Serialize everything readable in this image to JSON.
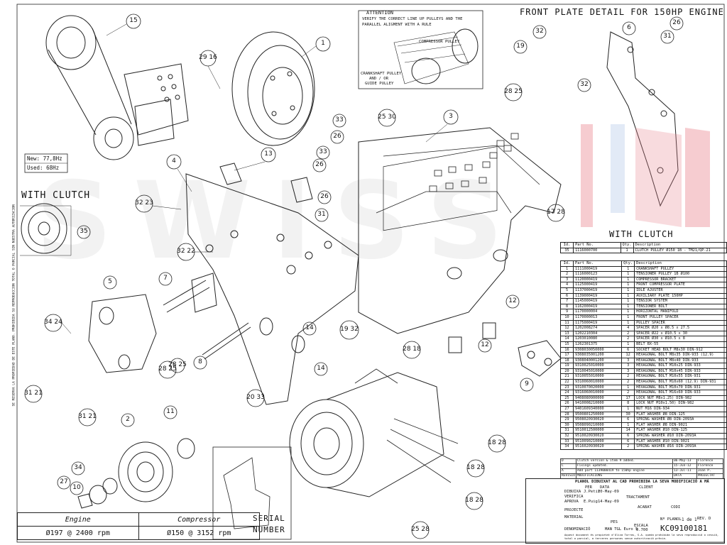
{
  "headings": {
    "front_plate": "FRONT PLATE DETAIL FOR 150HP ENGINE",
    "with_clutch_left": "WITH CLUTCH",
    "with_clutch_table": "WITH CLUTCH",
    "serial": "SERIAL\nNUMBER"
  },
  "attention": {
    "title": "ATTENTION",
    "text_l1": "VERIFY THE CORRECT LINE UP PULLEYS AND THE",
    "text_l2": "PARALLEL ALIGMENT WITH A RULE",
    "compressor": "COMPRESSOR PULLEY",
    "crank_l1": "CRANKSHAFT PULLEY",
    "crank_l2": "AND / OR",
    "crank_l3": "GUIDE PULLEY"
  },
  "freq": {
    "new": "New: 77,8Hz",
    "used": "Used: 68Hz"
  },
  "side_text": "SE RESERVA LA PROPIEDAD DE ESTE PLANO. PROHIBIDA SU REPRODUCCION TOTAL O PARCIAL SIN NUESTRA AUTORIZACION",
  "performance": {
    "h_engine": "Engine",
    "h_compressor": "Compressor",
    "v_engine": "Ø197 @ 2400 rpm",
    "v_compressor": "Ø150 @ 3152 rpm"
  },
  "clutch_table": {
    "headers": [
      "Id.",
      "Part No.",
      "Qty.",
      "Description"
    ],
    "rows": [
      [
        "35",
        "1116000700",
        "1",
        "CLUTCH PULLEY Ø150 1B - TM21/QP-21"
      ]
    ]
  },
  "bom": {
    "headers": [
      "Id.",
      "Part No.",
      "Qty.",
      "Description"
    ],
    "rows": [
      [
        "1",
        "1111000419",
        "1",
        "CRANKSHAFT PULLEY"
      ],
      [
        "2",
        "1116000123",
        "1",
        "TENSIONER PULLEY 1B Ø100"
      ],
      [
        "3",
        "1120000419",
        "1",
        "COMPRESSOR BRACKET"
      ],
      [
        "4",
        "1125000419",
        "1",
        "FRONT COMPRESSOR PLATE"
      ],
      [
        "5",
        "1137000419",
        "1",
        "IDLE AJUSTER"
      ],
      [
        "6",
        "1139000419",
        "1",
        "AUXILIARY PLATE 150HP"
      ],
      [
        "7",
        "1145000419",
        "1",
        "TENSIOR SYSTEM"
      ],
      [
        "8",
        "1162000419",
        "1",
        "TENSIONER BOLT"
      ],
      [
        "9",
        "1170000004",
        "1",
        "HORIZONTAL MANIFOLD"
      ],
      [
        "10",
        "1170000013",
        "1",
        "FRONT PULLEY SPACER"
      ],
      [
        "11",
        "1175000419",
        "1",
        "PULLEY SPACER"
      ],
      [
        "12",
        "1202008274",
        "4",
        "SPACER Ø20 x Ø8.5 x 27.5"
      ],
      [
        "13",
        "1202210304",
        "2",
        "SPACER Ø22 x Ø10.5 x 30"
      ],
      [
        "14",
        "1203010080",
        "2",
        "SPACER Ø30 x Ø10.5 x 8"
      ],
      [
        "15",
        "1262301375",
        "1",
        "BELT BX-55"
      ],
      [
        "16",
        "9308030050000",
        "6",
        "SOCKET HEAD BOLT M8x30 DIN-912"
      ],
      [
        "17",
        "9308035001200",
        "12",
        "HEXAGONAL BOLT M8x35 DIN-933 (12.9)"
      ],
      [
        "18",
        "9308040001200",
        "3",
        "HEXAGONAL BOLT M8x40 DIN-933"
      ],
      [
        "19",
        "9310025010000",
        "3",
        "HEXAGONAL BOLT M10x25 DIN-933"
      ],
      [
        "20",
        "9310045010000",
        "3",
        "HEXAGONAL BOLT M10x45 DIN-933"
      ],
      [
        "21",
        "9310055010000",
        "2",
        "HEXAGONAL BOLT M10x55 DIN-931"
      ],
      [
        "22",
        "9310060010000",
        "2",
        "HEXAGONAL BOLT M10x60 (12.9) DIN-931"
      ],
      [
        "23",
        "9310070020000",
        "1",
        "HEXAGONAL BOLT M10x70 DIN-931"
      ],
      [
        "24",
        "9316060010000",
        "2",
        "HEXAGONAL BOLT M16x60 DIN-933"
      ],
      [
        "25",
        "9408080900000",
        "17",
        "LOCK NUT M8x1.25) DIN-982"
      ],
      [
        "26",
        "9410008210000",
        "8",
        "LOCK NUT M10x1.50) DIN-982"
      ],
      [
        "27",
        "9401609340000",
        "1",
        "NUT M16 DIN-934"
      ],
      [
        "28",
        "9500801250000",
        "30",
        "FLAT WASHER Ø8 DIN-125"
      ],
      [
        "29",
        "9508020930020",
        "6",
        "SPRING WASHER Ø8 DIN-2093A"
      ],
      [
        "30",
        "9508090210000",
        "1",
        "FLAT WASHER Ø8 DIN-9021"
      ],
      [
        "31",
        "9510012500000",
        "14",
        "FLAT WASHER Ø10 DIN-125"
      ],
      [
        "32",
        "9510020930020",
        "6",
        "SPRING WASHER Ø10 DIN-2093A"
      ],
      [
        "33",
        "9510090210000",
        "6",
        "FLAT WASHER Ø10 DIN-9021"
      ],
      [
        "34",
        "9516020930020",
        "2",
        "SPRING WASHER Ø16 DIN-2093A"
      ]
    ]
  },
  "title_block": {
    "rev_rows": [
      [
        "D",
        "Clutch version & item 9 added.",
        "06-May-13",
        "Florence"
      ],
      [
        "C",
        "Fixings updated.",
        "15-Jun-12",
        "Florence"
      ],
      [
        "A",
        "Add part 1139000419 to 150hp engine",
        "13-Jul-11",
        "Joan P."
      ],
      [
        "REVISIÓ",
        "MODIFICACIONS",
        "DATA",
        "PROJECTAT"
      ]
    ],
    "warning": "PLANOL DIBUIXAT AL CAD PROHIBIDA LA SEVA MODIFICACIÓ A MÁ",
    "per": "PER",
    "data": "DATA",
    "client": "CLIENT",
    "dibuixa": "DIBUIXA",
    "dibuixa_per": "J.Petit",
    "dibuixa_data": "20-May-09",
    "verifica": "VERIFICA",
    "aprova": "APROVA",
    "aprova_per": "E.Puig",
    "aprova_data": "14-May-09",
    "tractament": "TRACTAMENT",
    "projecte": "PROJECTE",
    "acabat": "ACABAT",
    "material": "MATERIAL",
    "pes": "PES",
    "escala": "ESCALA",
    "escala_val": "0.700",
    "denominacio": "DENOMINACIÓ",
    "denominacio_val": "MAN TGL Euro 5",
    "codi": "CODI",
    "planol_label": "Nº PLANOL",
    "sheet": "1 de 1",
    "rev_label": "REV.",
    "rev_val": "D",
    "drawing_no": "KC09100181",
    "footer": "Aquest document és propietat d'Oliva Torras, S.A. queda prohibida la seva reproducció o cessió, total o parcial, a terceres persones sense autorització prèvia."
  },
  "callouts": [
    {
      "n": "15"
    },
    {
      "n": "29 16"
    },
    {
      "n": "1"
    },
    {
      "n": "4"
    },
    {
      "n": "13"
    },
    {
      "n": "3"
    },
    {
      "n": "25 30"
    },
    {
      "n": "33"
    },
    {
      "n": "26"
    },
    {
      "n": "33"
    },
    {
      "n": "26"
    },
    {
      "n": "31"
    },
    {
      "n": "26"
    },
    {
      "n": "32 23"
    },
    {
      "n": "32 22"
    },
    {
      "n": "35"
    },
    {
      "n": "7"
    },
    {
      "n": "5"
    },
    {
      "n": "34 24"
    },
    {
      "n": "19 32"
    },
    {
      "n": "14"
    },
    {
      "n": "14"
    },
    {
      "n": "12"
    },
    {
      "n": "12"
    },
    {
      "n": "28 18"
    },
    {
      "n": "28 25"
    },
    {
      "n": "8"
    },
    {
      "n": "28 25"
    },
    {
      "n": "20 33"
    },
    {
      "n": "31 21"
    },
    {
      "n": "31 21"
    },
    {
      "n": "11"
    },
    {
      "n": "2"
    },
    {
      "n": "34"
    },
    {
      "n": "10"
    },
    {
      "n": "27"
    },
    {
      "n": "9"
    },
    {
      "n": "18 28"
    },
    {
      "n": "18 28"
    },
    {
      "n": "18 28"
    },
    {
      "n": "25 28"
    },
    {
      "n": "28 25"
    },
    {
      "n": "17 28"
    },
    {
      "n": "32"
    },
    {
      "n": "6"
    },
    {
      "n": "31"
    },
    {
      "n": "26"
    },
    {
      "n": "19"
    },
    {
      "n": "32"
    }
  ],
  "watermark": "SWISS"
}
